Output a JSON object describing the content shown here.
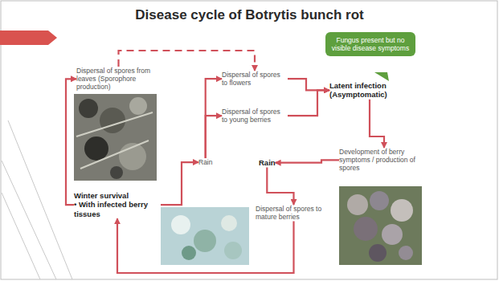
{
  "diagram": {
    "title": "Disease cycle of Botrytis bunch rot",
    "nodes": [
      {
        "text": [
          "Dispersal of spores from leaves (Sporophore production)"
        ]
      },
      {
        "text": [
          "Dispersal of spores to flowers"
        ]
      },
      {
        "text": [
          "Dispersal of spores to young berries"
        ]
      },
      {
        "text": [
          "Latent infection (Asymptomatic)"
        ]
      },
      {
        "text": [
          "Fungus present but no visible disease symptoms"
        ]
      },
      {
        "text": [
          "Development of berry symptoms / production of spores"
        ]
      },
      {
        "text": [
          "Rain"
        ]
      },
      {
        "text": [
          "Dispersal of spores to mature berries"
        ]
      },
      {
        "text": [
          "Winter survival",
          "• With infected berry tissues"
        ]
      },
      {
        "text": [
          "Rain"
        ]
      }
    ],
    "edges": [
      {
        "from": 0,
        "to": 1,
        "arrow": "to"
      },
      {
        "from": 1,
        "to": 3,
        "arrow": "to"
      },
      {
        "from": 2,
        "to": 3,
        "arrow": "to"
      },
      {
        "from": 3,
        "to": 5,
        "arrow": "to"
      },
      {
        "from": 5,
        "to": 6,
        "arrow": "to"
      },
      {
        "from": 6,
        "to": 7,
        "arrow": "to"
      },
      {
        "from": 7,
        "to": 8,
        "arrow": "to"
      },
      {
        "from": 8,
        "to": 0,
        "arrow": "to"
      },
      {
        "from": 8,
        "to": 9,
        "arrow": "to"
      },
      {
        "from": 9,
        "to": 1,
        "arrow": "to"
      },
      {
        "from": 9,
        "to": 2,
        "arrow": "to"
      }
    ]
  }
}
